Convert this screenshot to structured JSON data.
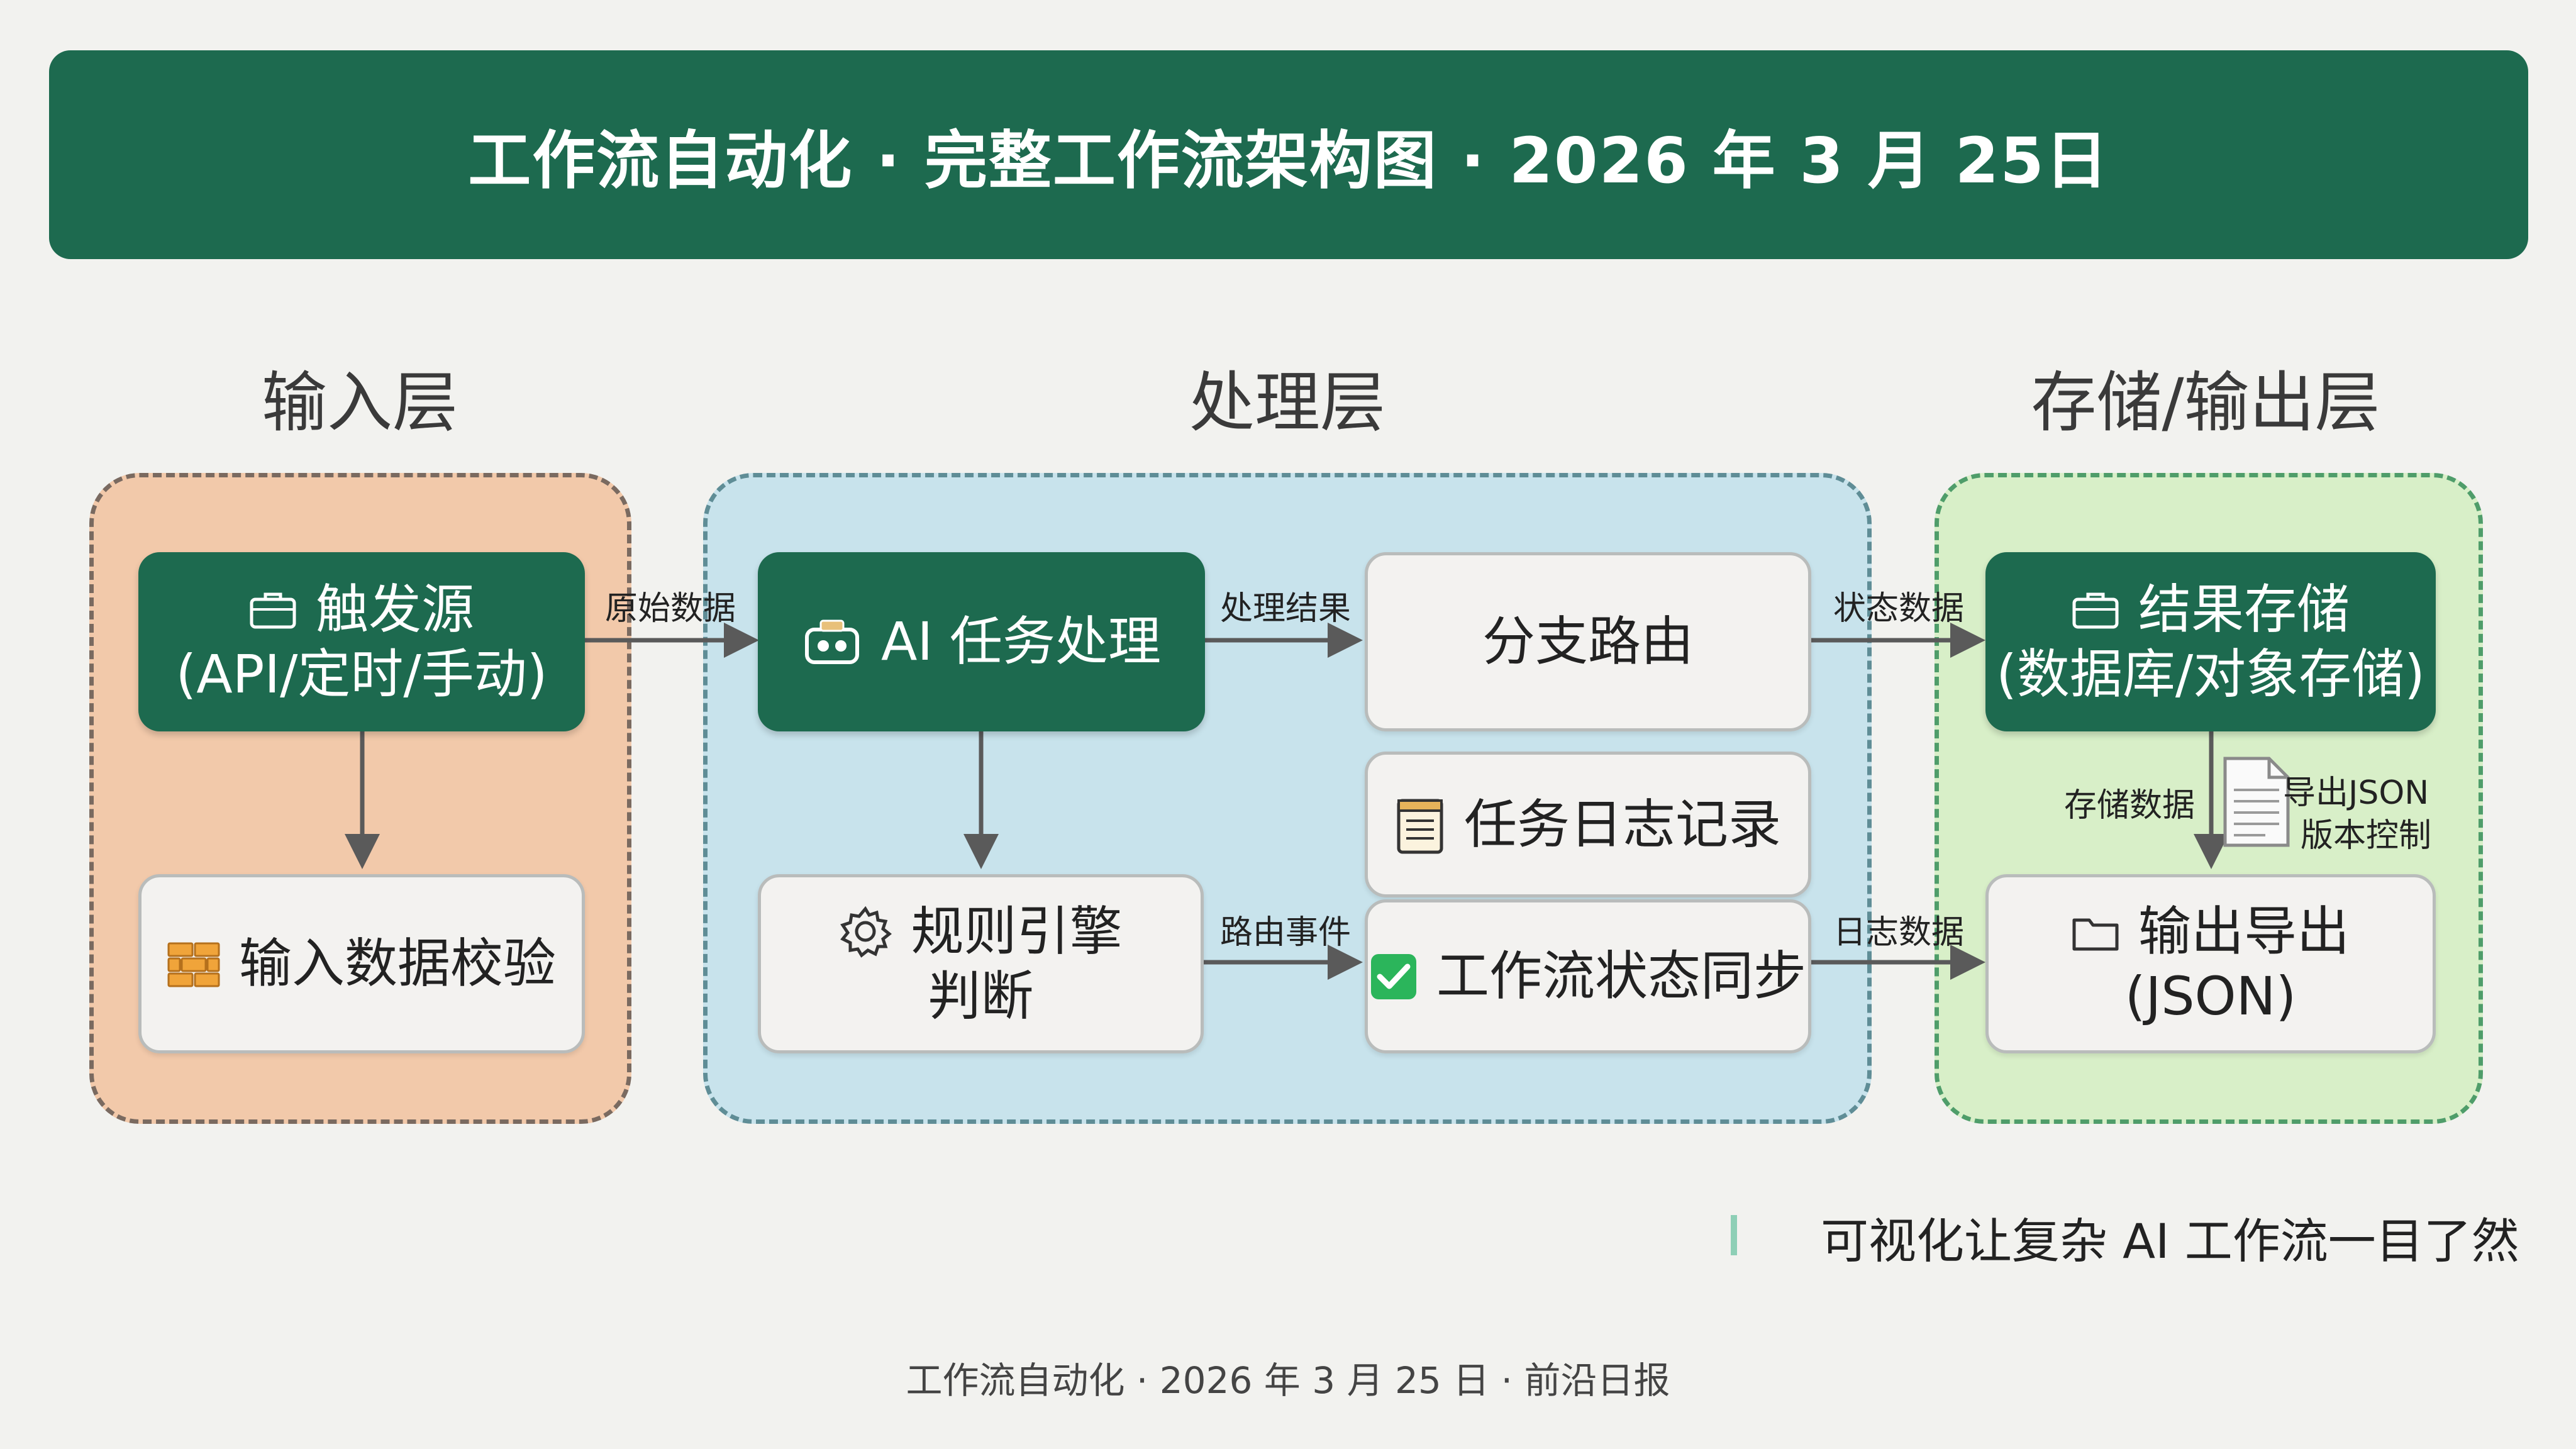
{
  "header": {
    "title": "工作流自动化 · 完整工作流架构图 · 2026 年 3 月 25日"
  },
  "layers": {
    "input": {
      "title": "输入层"
    },
    "process": {
      "title": "处理层"
    },
    "storage": {
      "title": "存储/输出层"
    }
  },
  "nodes": {
    "trigger": {
      "line1": "触发源",
      "line2": "(API/定时/手动)",
      "icon": "briefcase-icon"
    },
    "validate": {
      "label": "输入数据校验",
      "icon": "brick-wall-icon"
    },
    "ai_task": {
      "label": "AI 任务处理",
      "icon": "robot-icon"
    },
    "rule_engine": {
      "line1": "规则引擎",
      "line2": "判断",
      "icon": "gear-icon"
    },
    "branch": {
      "label": "分支路由"
    },
    "task_log": {
      "label": "任务日志记录",
      "icon": "notepad-icon"
    },
    "state_sync": {
      "label": "工作流状态同步",
      "icon": "checkbox-icon"
    },
    "result_store": {
      "line1": "结果存储",
      "line2": "(数据库/对象存储)",
      "icon": "briefcase-icon"
    },
    "export": {
      "line1": "输出导出",
      "line2": "(JSON)",
      "icon": "folder-icon"
    }
  },
  "edges": {
    "raw_data": "原始数据",
    "process_result": "处理结果",
    "state_data": "状态数据",
    "route_event": "路由事件",
    "log_data": "日志数据",
    "store_data": "存储数据",
    "export_json": "导出JSON",
    "version_control": "版本控制"
  },
  "doc_icon": "document-icon",
  "tagline": "可视化让复杂 AI 工作流一目了然",
  "footer": "工作流自动化 · 2026 年 3 月 25 日 · 前沿日报",
  "colors": {
    "header_bg": "#1d6a4f",
    "dark_node": "#1d6a4f",
    "input_region": "#f2c9aa",
    "process_region": "#c8e3ec",
    "storage_region": "#d8efc8",
    "accent": "#8ecfb6"
  }
}
